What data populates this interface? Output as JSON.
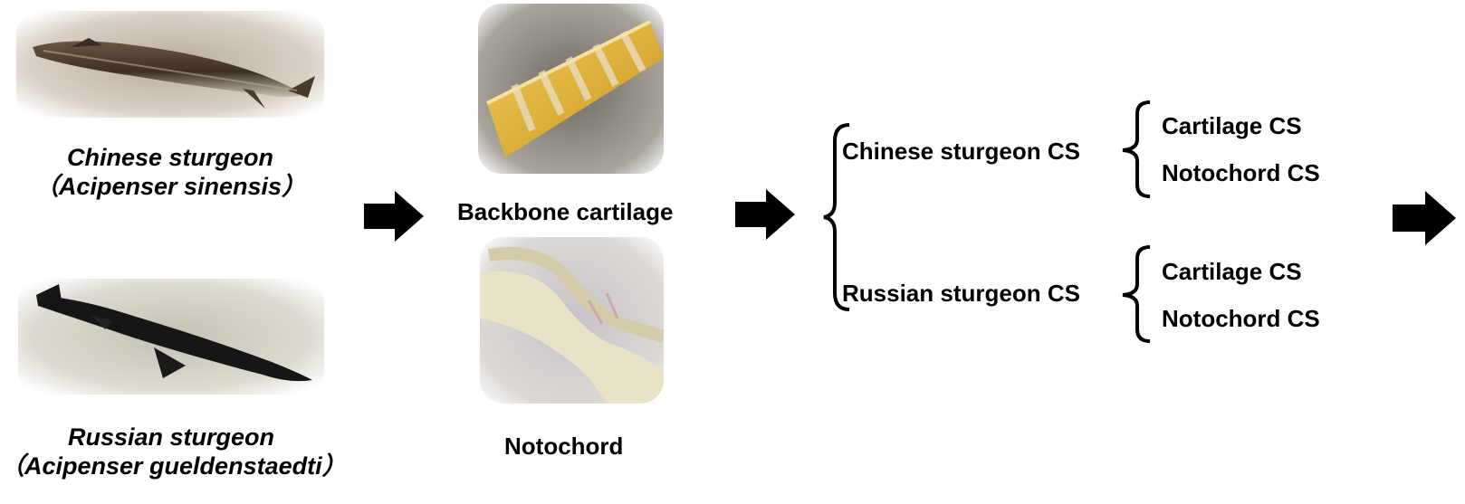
{
  "fish": [
    {
      "common_name": "Chinese sturgeon",
      "scientific_name": "（Acipenser sinensis）"
    },
    {
      "common_name": "Russian sturgeon",
      "scientific_name": "（Acipenser gueldenstaedti）"
    }
  ],
  "tissues": [
    {
      "label": "Backbone cartilage"
    },
    {
      "label": "Notochord"
    }
  ],
  "cs_groups": [
    {
      "label": "Chinese sturgeon CS",
      "items": [
        "Cartilage CS",
        "Notochord CS"
      ]
    },
    {
      "label": "Russian sturgeon CS",
      "items": [
        "Cartilage CS",
        "Notochord CS"
      ]
    }
  ],
  "colors": {
    "text": "#000000",
    "arrow": "#000000",
    "chinese_fish_body": "#4a3a2c",
    "russian_fish_body": "#141414",
    "cartilage": "#e2b33a",
    "notochord": "#e8e2c6",
    "background": "#ffffff"
  },
  "icons": [
    "chinese-sturgeon-photo",
    "russian-sturgeon-photo",
    "backbone-cartilage-photo",
    "notochord-photo",
    "right-arrow-icon",
    "curly-brace-icon"
  ]
}
